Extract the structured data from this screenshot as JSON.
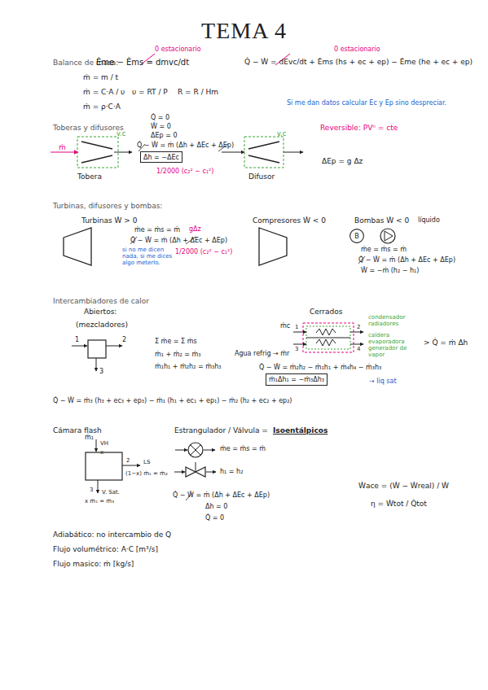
{
  "diagram": {
    "title": "TEMA 4",
    "nodes": [
      {
        "text": [
          "Δh = −ΔEc"
        ]
      },
      {
        "text": [
          "ṁ₁Δh₁ = −ṁ₃Δh₃"
        ]
      },
      {
        "text": [
          "B"
        ]
      }
    ],
    "labels": [
      "Balance de masa:",
      "Ėme − Ėms = dmvc/dt",
      "0 estacionario",
      "Q̇ − Ẇ = dEvc/dt + Ėms (hs + ec + ep) − Ėme (he + ec + ep)",
      "0 estacionario",
      "ṁ = m / t",
      "ṁ = C·A / υ",
      "υ = RT / P",
      "R = R / Hm",
      "ṁ = ρ·C·A",
      "Si me dan datos calcular Ec y Ep sino despreciar.",
      "Toberas y difusores",
      "Reversible: PVⁿ = cte",
      "ṁ",
      "v.c",
      "Tobera",
      "Q̇ = 0",
      "Ẇ = 0",
      "ΔEp = 0",
      "Q̇ − Ẇ = ṁ (Δh + ΔEc + ΔEp)",
      "1/2000 (c₂² − c₁²)",
      "v.c",
      "Difusor",
      "ΔEp = g Δz",
      "Turbinas, difusores y bombas:",
      "Turbinas Ẇ > 0",
      "ṁe = ṁs = ṁ",
      "gΔz",
      "Q̇ − Ẇ = ṁ (Δh + ΔEc + ΔEp)",
      "1/2000 (c₂² − c₁²)",
      "si no me dicen nada, si me dices algo meterlo.",
      "Compresores Ẇ < 0",
      "Bombas Ẇ < 0",
      "líquido",
      "ṁe = ṁs = ṁ",
      "Q̇ − Ẇ = ṁ (Δh + ΔEc + ΔEp)",
      "Ẇ = −ṁ (h₂ − h₁)",
      "Intercambiadores de calor",
      "Abiertos:",
      "(mezcladores)",
      "1",
      "2",
      "3",
      "Σ ṁe = Σ ṁs",
      "ṁ₁ + ṁ₂ = ṁ₃",
      "ṁ₁h₁ + ṁ₂h₂ = ṁ₃h₃",
      "Q̇ − Ẇ = ṁ₃ (h₃ + ec₃ + ep₃) − ṁ₁ (h₁ + ec₁ + ep₁) − ṁ₂ (h₂ + ec₂ + ep₂)",
      "Cerrados",
      "ṁc",
      "Agua refrig → ṁr",
      "1",
      "2",
      "3",
      "4",
      "condensador radiadores",
      "caldera evaporadora generador de vapor",
      "> Q̇ = ṁ Δh",
      "Q̇ − Ẇ = ṁ₂h₂ − ṁ₁h₁ + ṁ₄h₄ − ṁ₃h₃",
      "→ liq sat",
      "Cámara flash",
      "ṁ₁",
      "VH",
      "x",
      "LS",
      "2",
      "(1−x) ṁ₁ = ṁ₂",
      "3",
      "V. Sat.",
      "x ṁ₁ = ṁ₃",
      "Estrangulador / Válvula =",
      "Isoentálpicos",
      "ṁe = ṁs = ṁ",
      "h₁ = h₂",
      "Q̇ − Ẇ = ṁ (Δh + ΔEc + ΔEp)",
      "Δh = 0",
      "Q̇ = 0",
      "Ẇace = (Ẇ − Ẇreal) / Ẇ",
      "η = Ẇtot / Q̇tot",
      "Adiabático: no intercambio de Q",
      "Flujo volumétrico: A·C [m³/s]",
      "Flujo masico: ṁ [kg/s]"
    ]
  }
}
